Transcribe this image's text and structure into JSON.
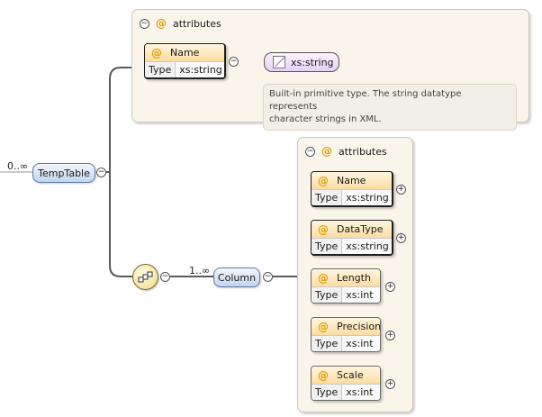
{
  "root": {
    "label": "TempTable",
    "cardinality": "0..∞"
  },
  "attributes_top": {
    "title": "attributes",
    "items": [
      {
        "name": "Name",
        "type_label": "Type",
        "type": "xs:string"
      }
    ],
    "simple_type": "xs:string",
    "doc": [
      "Built-in primitive type. The string datatype represents",
      "character strings in XML."
    ]
  },
  "column": {
    "label": "Column",
    "cardinality": "1..∞"
  },
  "attributes_column": {
    "title": "attributes",
    "items": [
      {
        "name": "Name",
        "type_label": "Type",
        "type": "xs:string"
      },
      {
        "name": "DataType",
        "type_label": "Type",
        "type": "xs:string"
      },
      {
        "name": "Length",
        "type_label": "Type",
        "type": "xs:int"
      },
      {
        "name": "Precision",
        "type_label": "Type",
        "type": "xs:int"
      },
      {
        "name": "Scale",
        "type_label": "Type",
        "type": "xs:int"
      }
    ]
  },
  "icons": {
    "collapse": "minus-circle-icon",
    "expand": "plus-circle-icon",
    "attribute": "at-icon",
    "sequence": "sequence-compositor-icon"
  },
  "colors": {
    "element_fill": "#c3d4ee",
    "attribute_header": "#fbdca2",
    "panel_fill": "#faf5ea",
    "sequence_fill": "#f0dc8a"
  }
}
